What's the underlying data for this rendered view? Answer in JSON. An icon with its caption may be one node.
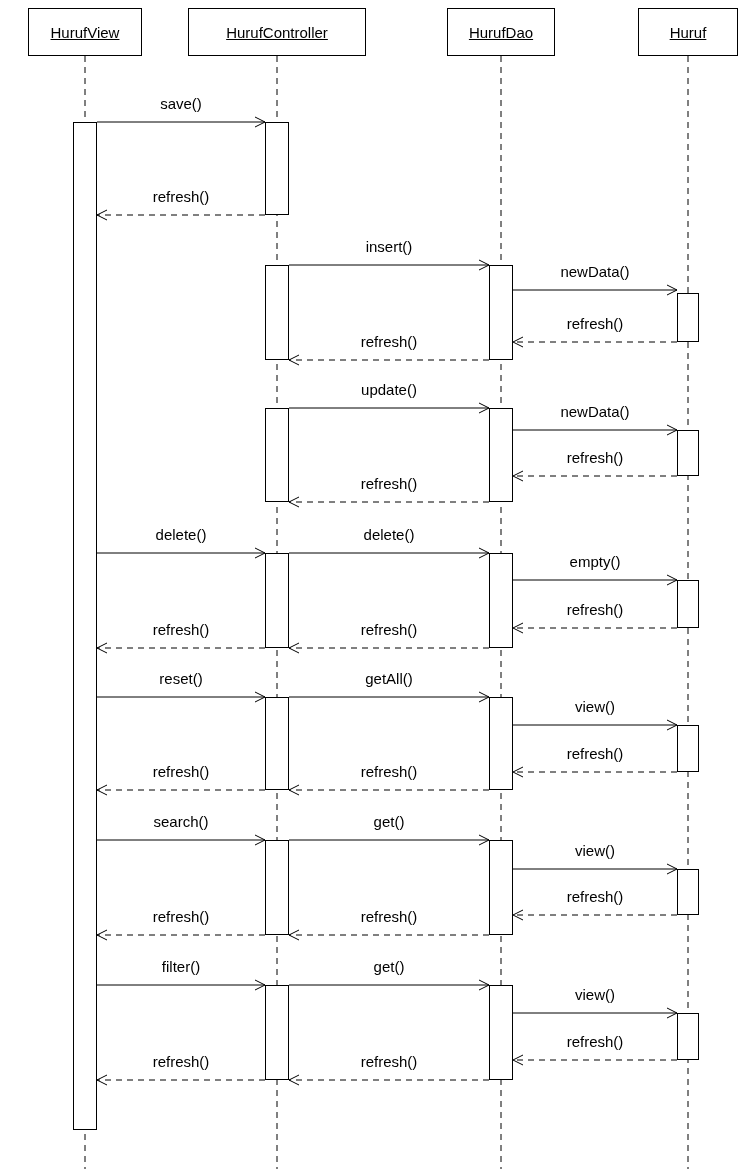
{
  "diagram": {
    "nodes": [
      {
        "text": [
          "HurufView"
        ]
      },
      {
        "text": [
          "HurufController"
        ]
      },
      {
        "text": [
          "HurufDao"
        ]
      },
      {
        "text": [
          "Huruf"
        ]
      },
      {
        "text": [],
        "shape": "bar"
      },
      {
        "text": [],
        "shape": "bar"
      },
      {
        "text": [],
        "shape": "bar"
      },
      {
        "text": [],
        "shape": "bar"
      },
      {
        "text": [],
        "shape": "bar"
      },
      {
        "text": [],
        "shape": "bar"
      },
      {
        "text": [],
        "shape": "bar"
      },
      {
        "text": [],
        "shape": "bar"
      },
      {
        "text": [],
        "shape": "bar"
      },
      {
        "text": [],
        "shape": "bar"
      },
      {
        "text": [],
        "shape": "bar"
      },
      {
        "text": [],
        "shape": "bar"
      },
      {
        "text": [],
        "shape": "bar"
      },
      {
        "text": [],
        "shape": "bar"
      },
      {
        "text": [],
        "shape": "bar"
      },
      {
        "text": [],
        "shape": "bar"
      },
      {
        "text": [],
        "shape": "bar"
      },
      {
        "text": [],
        "shape": "bar"
      },
      {
        "text": [],
        "shape": "bar"
      },
      {
        "text": [],
        "shape": "bar"
      }
    ],
    "edges": [
      {
        "from": 4,
        "to": 5,
        "arrow": "to",
        "label": "save()"
      },
      {
        "from": 5,
        "to": 4,
        "arrow": "to",
        "label": "refresh()",
        "style": "dashed"
      },
      {
        "from": 6,
        "to": 12,
        "arrow": "to",
        "label": "insert()"
      },
      {
        "from": 12,
        "to": 18,
        "arrow": "to",
        "label": "newData()"
      },
      {
        "from": 18,
        "to": 12,
        "arrow": "to",
        "label": "refresh()",
        "style": "dashed"
      },
      {
        "from": 12,
        "to": 6,
        "arrow": "to",
        "label": "refresh()",
        "style": "dashed"
      },
      {
        "from": 7,
        "to": 13,
        "arrow": "to",
        "label": "update()"
      },
      {
        "from": 13,
        "to": 19,
        "arrow": "to",
        "label": "newData()"
      },
      {
        "from": 19,
        "to": 13,
        "arrow": "to",
        "label": "refresh()",
        "style": "dashed"
      },
      {
        "from": 13,
        "to": 7,
        "arrow": "to",
        "label": "refresh()",
        "style": "dashed"
      },
      {
        "from": 4,
        "to": 8,
        "arrow": "to",
        "label": "delete()"
      },
      {
        "from": 8,
        "to": 14,
        "arrow": "to",
        "label": "delete()"
      },
      {
        "from": 14,
        "to": 20,
        "arrow": "to",
        "label": "empty()"
      },
      {
        "from": 20,
        "to": 14,
        "arrow": "to",
        "label": "refresh()",
        "style": "dashed"
      },
      {
        "from": 14,
        "to": 8,
        "arrow": "to",
        "label": "refresh()",
        "style": "dashed"
      },
      {
        "from": 8,
        "to": 4,
        "arrow": "to",
        "label": "refresh()",
        "style": "dashed"
      },
      {
        "from": 4,
        "to": 9,
        "arrow": "to",
        "label": "reset()"
      },
      {
        "from": 9,
        "to": 15,
        "arrow": "to",
        "label": "getAll()"
      },
      {
        "from": 15,
        "to": 21,
        "arrow": "to",
        "label": "view()"
      },
      {
        "from": 21,
        "to": 15,
        "arrow": "to",
        "label": "refresh()",
        "style": "dashed"
      },
      {
        "from": 15,
        "to": 9,
        "arrow": "to",
        "label": "refresh()",
        "style": "dashed"
      },
      {
        "from": 9,
        "to": 4,
        "arrow": "to",
        "label": "refresh()",
        "style": "dashed"
      },
      {
        "from": 4,
        "to": 10,
        "arrow": "to",
        "label": "search()"
      },
      {
        "from": 10,
        "to": 16,
        "arrow": "to",
        "label": "get()"
      },
      {
        "from": 16,
        "to": 22,
        "arrow": "to",
        "label": "view()"
      },
      {
        "from": 22,
        "to": 16,
        "arrow": "to",
        "label": "refresh()",
        "style": "dashed"
      },
      {
        "from": 16,
        "to": 10,
        "arrow": "to",
        "label": "refresh()",
        "style": "dashed"
      },
      {
        "from": 10,
        "to": 4,
        "arrow": "to",
        "label": "refresh()",
        "style": "dashed"
      },
      {
        "from": 4,
        "to": 11,
        "arrow": "to",
        "label": "filter()"
      },
      {
        "from": 11,
        "to": 17,
        "arrow": "to",
        "label": "get()"
      },
      {
        "from": 17,
        "to": 23,
        "arrow": "to",
        "label": "view()"
      },
      {
        "from": 23,
        "to": 17,
        "arrow": "to",
        "label": "refresh()",
        "style": "dashed"
      },
      {
        "from": 17,
        "to": 11,
        "arrow": "to",
        "label": "refresh()",
        "style": "dashed"
      },
      {
        "from": 11,
        "to": 4,
        "arrow": "to",
        "label": "refresh()",
        "style": "dashed"
      }
    ]
  }
}
